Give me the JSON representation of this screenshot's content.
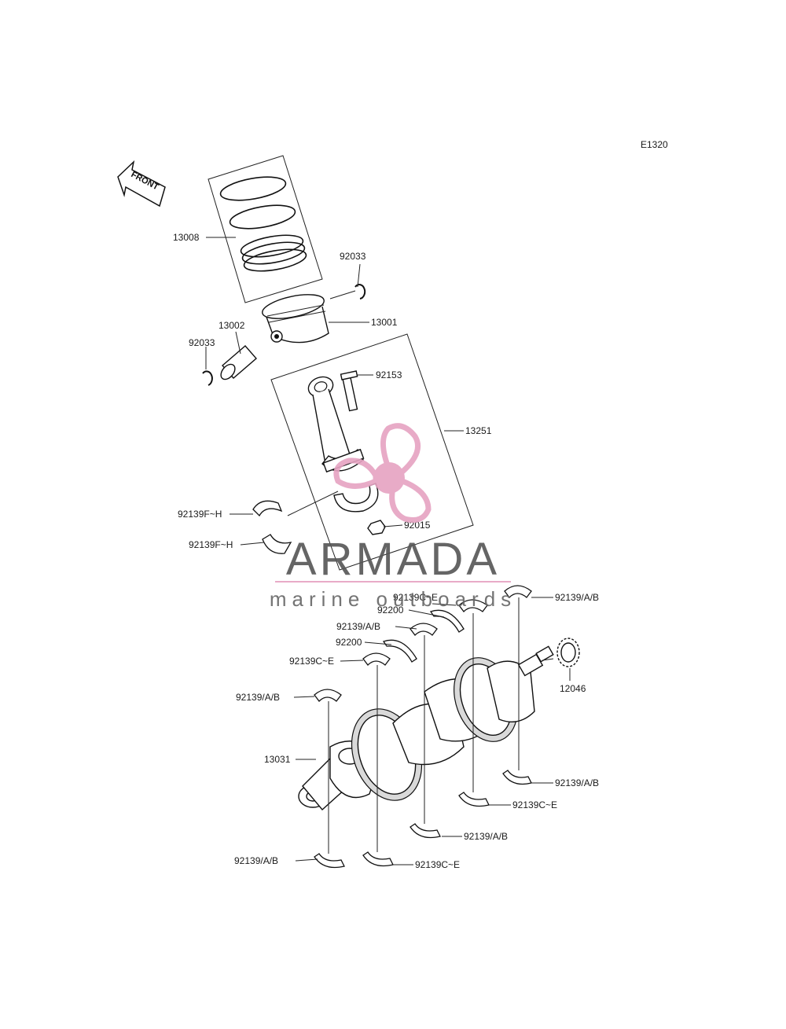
{
  "diagram_code": "E1320",
  "front_arrow": "FRONT",
  "labels": {
    "p13008": "13008",
    "p92033a": "92033",
    "p13001": "13001",
    "p13002": "13002",
    "p92033b": "92033",
    "p92153": "92153",
    "p13251": "13251",
    "p92139fh1": "92139F~H",
    "p92015": "92015",
    "p92139fh2": "92139F~H",
    "p92139ce1": "92139C~E",
    "p92139ab1": "92139/A/B",
    "p92200a": "92200",
    "p92139ab2": "92139/A/B",
    "p92200b": "92200",
    "p92139ce2": "92139C~E",
    "p92139ab3": "92139/A/B",
    "p12046": "12046",
    "p13031": "13031",
    "p92139ab4": "92139/A/B",
    "p92139ce3": "92139C~E",
    "p92139ab5": "92139/A/B",
    "p92139ab6": "92139/A/B",
    "p92139ce4": "92139C~E"
  },
  "watermark": {
    "brand": "ARMADA",
    "tagline": "marine outboards",
    "logo_icon": "propeller-icon",
    "accent_color": "#e6a3c2",
    "accent_dark": "#d98ab0"
  }
}
